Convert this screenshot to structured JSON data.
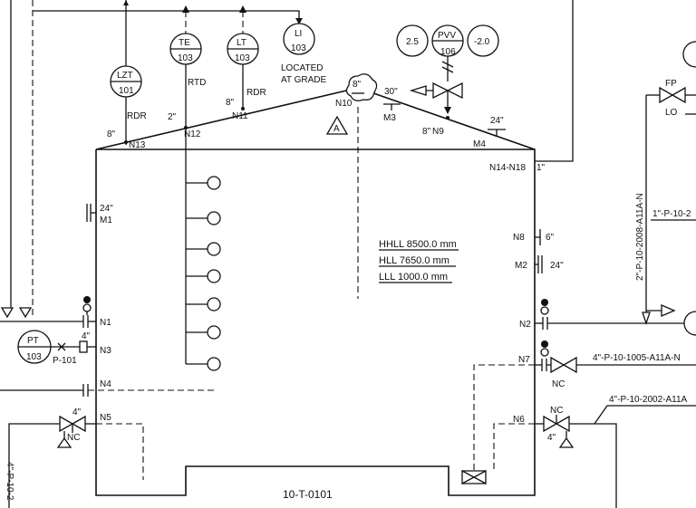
{
  "tank": {
    "tag": "10-T-0101",
    "levels": [
      "HHLL 8500.0 mm",
      "HLL 7650.0 mm",
      "LLL 1000.0 mm"
    ],
    "roof_note": "A"
  },
  "instruments": {
    "lzt": {
      "tag": "LZT",
      "num": "101"
    },
    "te": {
      "tag": "TE",
      "num": "103",
      "note": "RTD"
    },
    "lt": {
      "tag": "LT",
      "num": "103",
      "note": "RDR"
    },
    "li": {
      "tag": "LI",
      "num": "103"
    },
    "pt": {
      "tag": "PT",
      "num": "103"
    },
    "pvv": {
      "tag": "PVV",
      "num": "106",
      "set_high": "2.5",
      "set_low": "-2.0"
    },
    "fp": {
      "tag": "FP",
      "note": "LO"
    },
    "lzt_note": "RDR",
    "located_at_grade": [
      "LOCATED",
      "AT GRADE"
    ]
  },
  "nozzles": {
    "N1": "N1",
    "N2": "N2",
    "N3": "N3",
    "N4": "N4",
    "N5": "N5",
    "N6": "N6",
    "N7": "N7",
    "N8": "N8",
    "N9": "N9",
    "N10": "N10",
    "N11": "N11",
    "N12": "N12",
    "N13": "N13",
    "N14_18": "N14-N18",
    "M1": "M1",
    "M2": "M2",
    "M3": "M3",
    "M4": "M4"
  },
  "sizes": {
    "s24_m1": "24\"",
    "s8_n13": "8\"",
    "s2_n12": "2\"",
    "s8_n11": "8\"",
    "s8_n10": "8\"",
    "s30_m3": "30\"",
    "s8_n9": "8\"",
    "s24_m4": "24\"",
    "s1_n14": "1\"",
    "s6_n8": "6\"",
    "s24_m2": "24\"",
    "s4_n3": "4\"",
    "s4_n5": "4\"",
    "s4_n6": "4\""
  },
  "valve_notes": {
    "nc_left": "NC",
    "nc_n7": "NC",
    "nc_n6": "NC",
    "pt_valve": "P-101"
  },
  "lines": {
    "n7_line": "4\"-P-10-1005-A11A-N",
    "n6_line": "4\"-P-10-2002-A11A",
    "vertical_right": "2\"-P-10-2008-A11A-N",
    "right_partial": "1\"-P-10-2",
    "left_partial": "4\"-P-10-2"
  },
  "colors": {
    "line": "#111111",
    "background": "#ffffff"
  }
}
